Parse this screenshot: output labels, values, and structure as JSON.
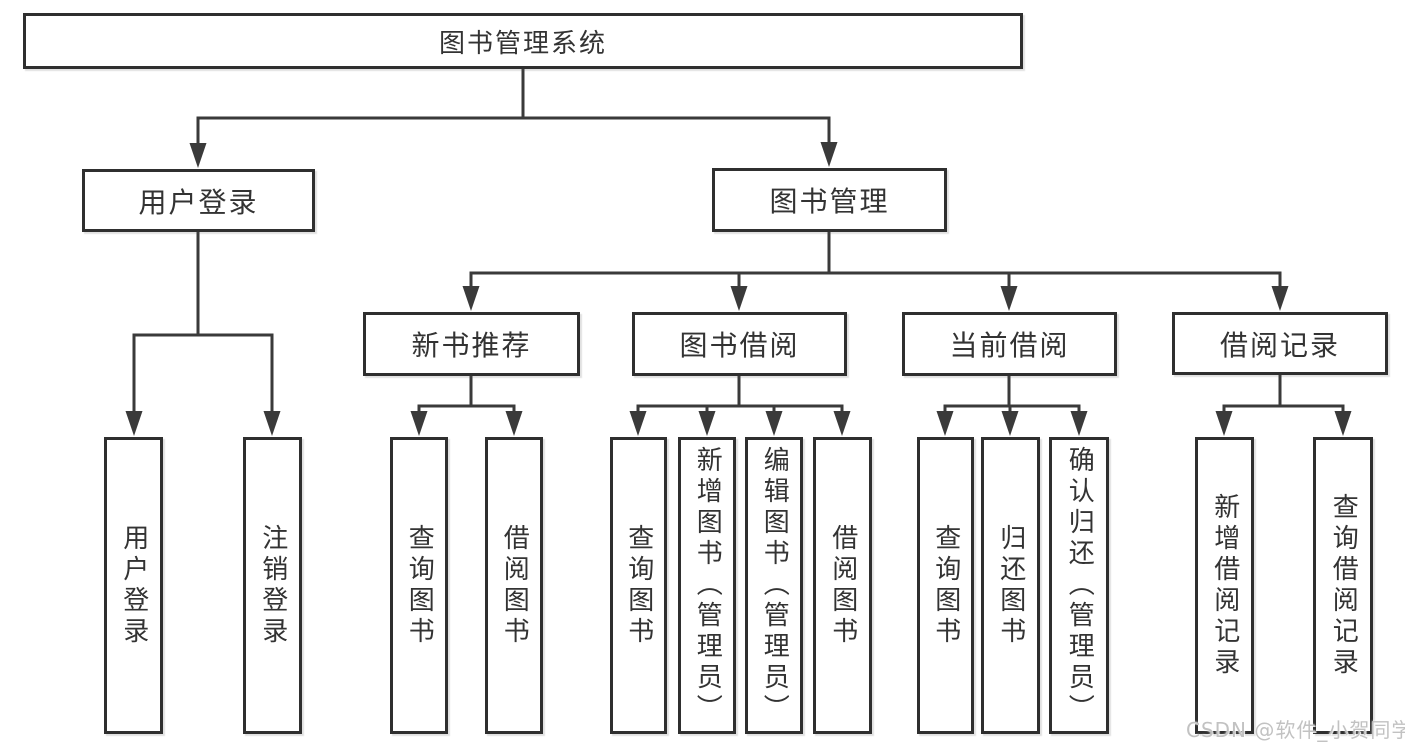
{
  "diagram": {
    "title_node": {
      "label": "图书管理系统"
    },
    "branches": [
      {
        "label": "用户登录",
        "children": [
          {
            "label": "用户登录"
          },
          {
            "label": "注销登录"
          }
        ]
      },
      {
        "label": "图书管理",
        "children": [
          {
            "label": "新书推荐",
            "children": [
              {
                "label": "查询图书"
              },
              {
                "label": "借阅图书"
              }
            ]
          },
          {
            "label": "图书借阅",
            "children": [
              {
                "label": "查询图书"
              },
              {
                "label": "新增图书（管理员）"
              },
              {
                "label": "编辑图书（管理员）"
              },
              {
                "label": "借阅图书"
              }
            ]
          },
          {
            "label": "当前借阅",
            "children": [
              {
                "label": "查询图书"
              },
              {
                "label": "归还图书"
              },
              {
                "label": "确认归还（管理员）"
              }
            ]
          },
          {
            "label": "借阅记录",
            "children": [
              {
                "label": "新增借阅记录"
              },
              {
                "label": "查询借阅记录"
              }
            ]
          }
        ]
      }
    ]
  },
  "watermark": "CSDN @软件_小贺同学",
  "colors": {
    "background": "#ffffff",
    "box_border": "#2f2f2f",
    "connector_line": "#3a3a3a",
    "text": "#333333",
    "watermark_text": "#c2c2c2"
  }
}
